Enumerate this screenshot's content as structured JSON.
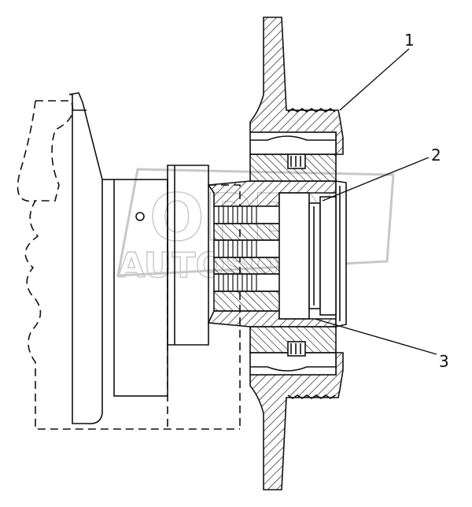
{
  "callouts": [
    {
      "label": "1"
    },
    {
      "label": "2"
    },
    {
      "label": "3"
    }
  ],
  "watermark": {
    "line1": "OPEX",
    "line2": "AUTOSOFT"
  },
  "colors": {
    "line": "#111111",
    "watermark": "#c8c8c8",
    "background": "#ffffff"
  }
}
